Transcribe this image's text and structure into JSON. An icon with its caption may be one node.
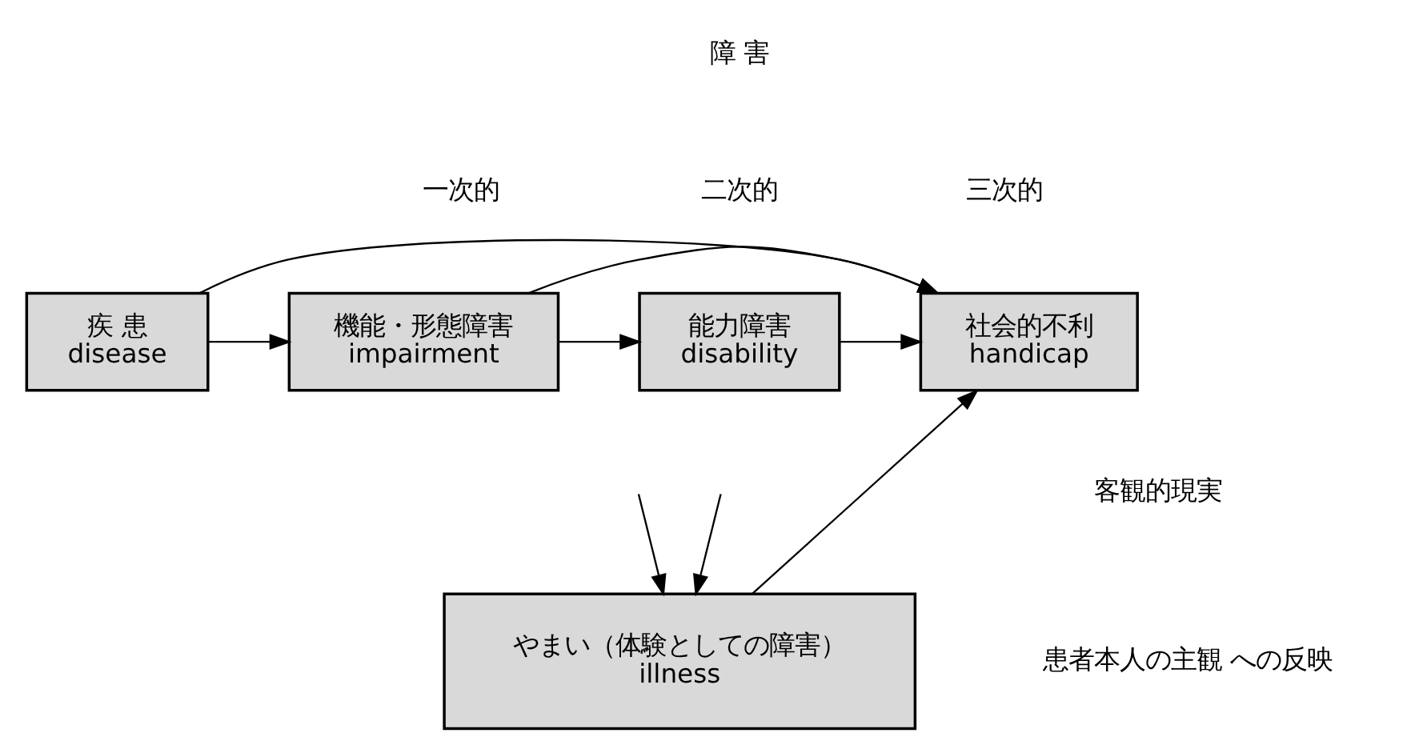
{
  "diagram": {
    "nodes": [
      {
        "text": [
          "疾 患",
          "disease"
        ]
      },
      {
        "text": [
          "機能・形態障害",
          "impairment"
        ]
      },
      {
        "text": [
          "能力障害",
          "disability"
        ]
      },
      {
        "text": [
          "社会的不利",
          "handicap"
        ]
      },
      {
        "text": [
          "やまい（体験としての障害）",
          "illness"
        ]
      }
    ],
    "edges": [
      {
        "from": 0,
        "to": 1,
        "arrow": "to"
      },
      {
        "from": 1,
        "to": 2,
        "arrow": "to"
      },
      {
        "from": 2,
        "to": 3,
        "arrow": "to"
      },
      {
        "from": 1,
        "to": 3,
        "arrow": "to"
      },
      {
        "from": 0,
        "to": 3,
        "arrow": "to"
      },
      {
        "from": 4,
        "to": 3,
        "arrow": "to"
      },
      {
        "from": null,
        "to": 4,
        "arrow": "to"
      },
      {
        "from": null,
        "to": 4,
        "arrow": "to"
      }
    ],
    "labels": [
      "障 害",
      "一次的",
      "二次的",
      "三次的",
      "客観的現実",
      "患者本人の主観 への反映"
    ]
  }
}
